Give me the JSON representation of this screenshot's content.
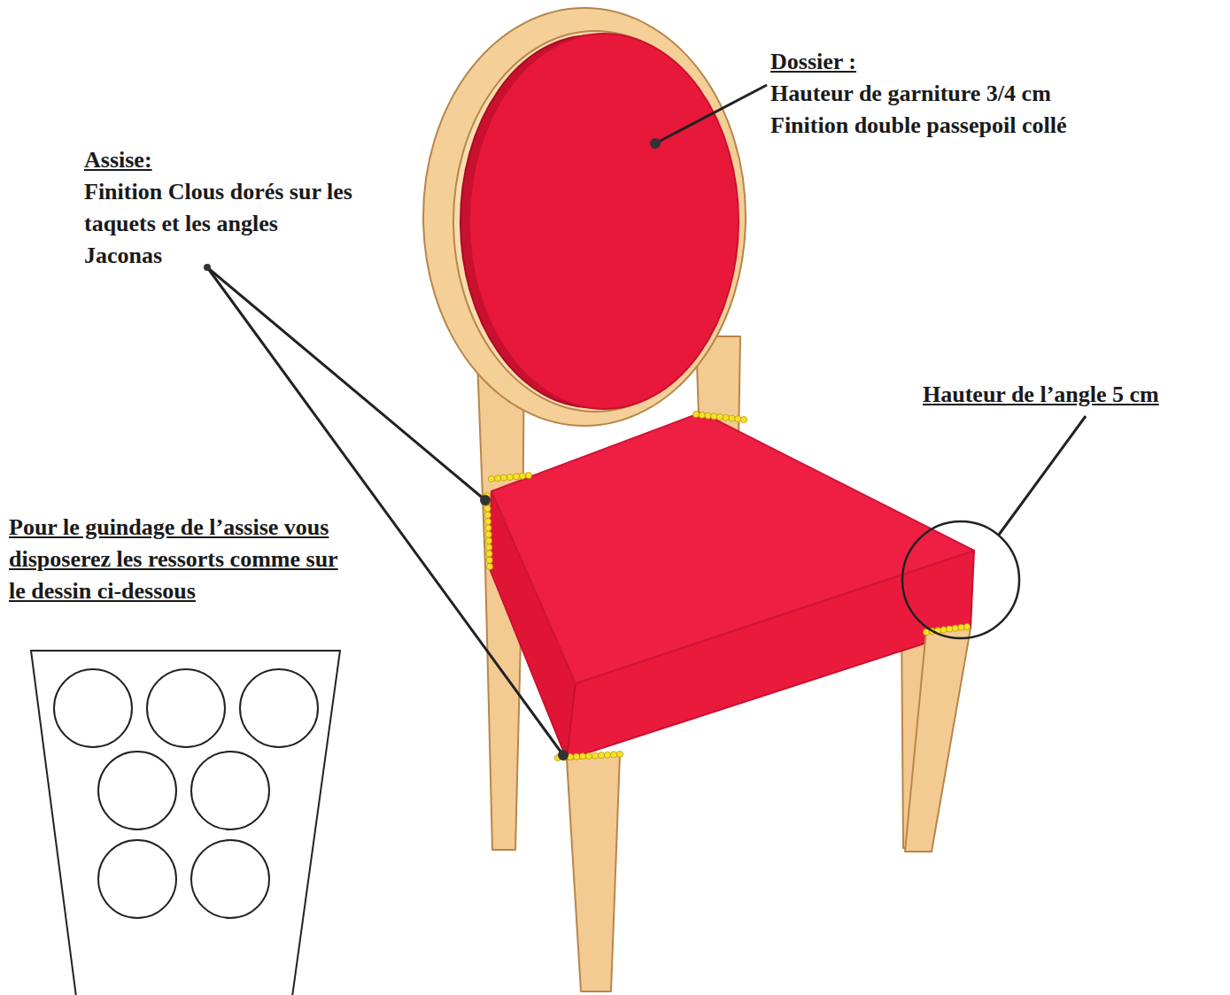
{
  "diagram": {
    "labels": [
      "Dossier :",
      "Hauteur de garniture 3/4 cm",
      "Finition double passepoil collé",
      "Assise:",
      "Finition Clous dorés sur les taquets et les angles",
      "Jaconas",
      "Hauteur de l’angle 5 cm",
      "Pour le guindage de l’assise vous disposerez les ressorts comme sur le dessin ci-dessous"
    ]
  }
}
